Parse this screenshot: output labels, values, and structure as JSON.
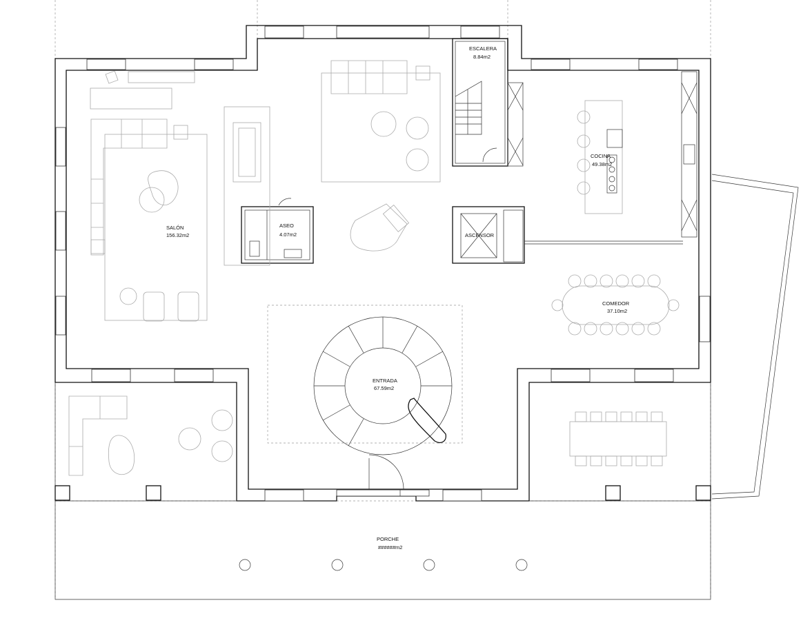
{
  "rooms": {
    "salon": {
      "name": "SALÓN",
      "area": "156.32m2"
    },
    "aseo": {
      "name": "ASEO",
      "area": "4.07m2"
    },
    "escalera": {
      "name": "ESCALERA",
      "area": "8.84m2"
    },
    "cocina": {
      "name": "COCINA",
      "area": "49.38m2"
    },
    "ascensor": {
      "name": "ASCENSOR"
    },
    "comedor": {
      "name": "COMEDOR",
      "area": "37.10m2"
    },
    "entrada": {
      "name": "ENTRADA",
      "area": "67.59m2"
    },
    "porche": {
      "name": "PORCHE",
      "area": "######m2"
    }
  },
  "colors": {
    "wall": "#111111",
    "furniture": "#aaaaaa",
    "background": "#ffffff"
  }
}
